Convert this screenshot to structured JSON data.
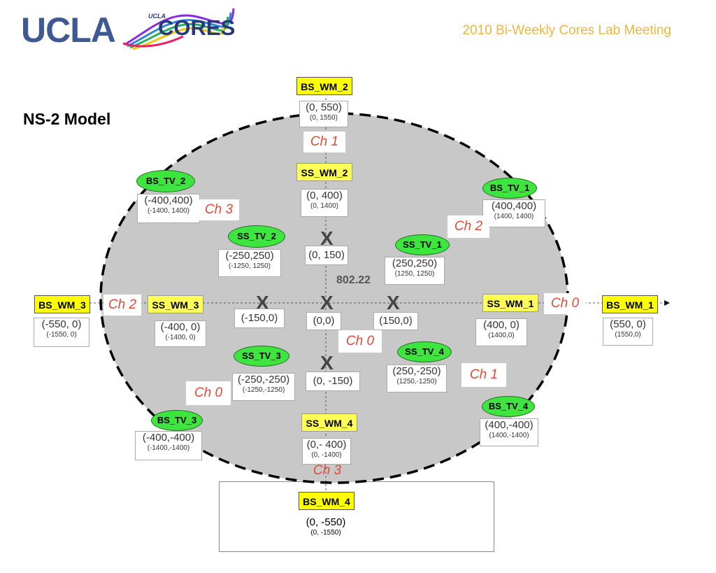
{
  "header": {
    "logo_ucla": "UCLA",
    "logo_cores": "CORES",
    "logo_cores_small": "UCLA",
    "meeting_title": "2010 Bi-Weekly Cores Lab Meeting"
  },
  "title": "NS-2 Model",
  "center_distance": "802.22",
  "stations": {
    "bs_wm_1": {
      "label": "BS_WM_1",
      "coord": "(550, 0)",
      "coord2": "(1550,0)"
    },
    "bs_wm_2": {
      "label": "BS_WM_2",
      "coord": "(0, 550)",
      "coord2": "(0, 1550)"
    },
    "bs_wm_3": {
      "label": "BS_WM_3",
      "coord": "(-550, 0)",
      "coord2": "(-1550, 0)"
    },
    "bs_wm_4": {
      "label": "BS_WM_4",
      "coord": "(0, -550)",
      "coord2": "(0, -1550)"
    },
    "ss_wm_1": {
      "label": "SS_WM_1",
      "coord": "(400, 0)",
      "coord2": "(1400,0)"
    },
    "ss_wm_2": {
      "label": "SS_WM_2",
      "coord": "(0, 400)",
      "coord2": "(0, 1400)"
    },
    "ss_wm_3": {
      "label": "SS_WM_3",
      "coord": "(-400, 0)",
      "coord2": "(-1400, 0)"
    },
    "ss_wm_4": {
      "label": "SS_WM_4",
      "coord": "(0,- 400)",
      "coord2": "(0, -1400)"
    },
    "bs_tv_1": {
      "label": "BS_TV_1",
      "coord": "(400,400)",
      "coord2": "(1400, 1400)"
    },
    "bs_tv_2": {
      "label": "BS_TV_2",
      "coord": "(-400,400)",
      "coord2": "(-1400, 1400)"
    },
    "bs_tv_3": {
      "label": "BS_TV_3",
      "coord": "(-400,-400)",
      "coord2": "(-1400,-1400)"
    },
    "bs_tv_4": {
      "label": "BS_TV_4",
      "coord": "(400,-400)",
      "coord2": "(1400,-1400)"
    },
    "ss_tv_1": {
      "label": "SS_TV_1",
      "coord": "(250,250)",
      "coord2": "(1250, 1250)"
    },
    "ss_tv_2": {
      "label": "SS_TV_2",
      "coord": "(-250,250)",
      "coord2": "(-1250, 1250)"
    },
    "ss_tv_3": {
      "label": "SS_TV_3",
      "coord": "(-250,-250)",
      "coord2": "(-1250,-1250)"
    },
    "ss_tv_4": {
      "label": "SS_TV_4",
      "coord": "(250,-250)",
      "coord2": "(1250,-1250)"
    }
  },
  "points": {
    "p_0_150": "(0, 150)",
    "p_0_0": "(0,0)",
    "p_150_0": "(150,0)",
    "p_m150_0": "(-150,0)",
    "p_0_m150": "(0, -150)"
  },
  "channels": {
    "ch_top": "Ch 1",
    "ch_upper_left": "Ch 3",
    "ch_upper_right": "Ch 2",
    "ch_left": "Ch 2",
    "ch_right": "Ch 0",
    "ch_center": "Ch 0",
    "ch_lower_right": "Ch 1",
    "ch_lower_left": "Ch 0",
    "ch_bottom": "Ch 3"
  }
}
